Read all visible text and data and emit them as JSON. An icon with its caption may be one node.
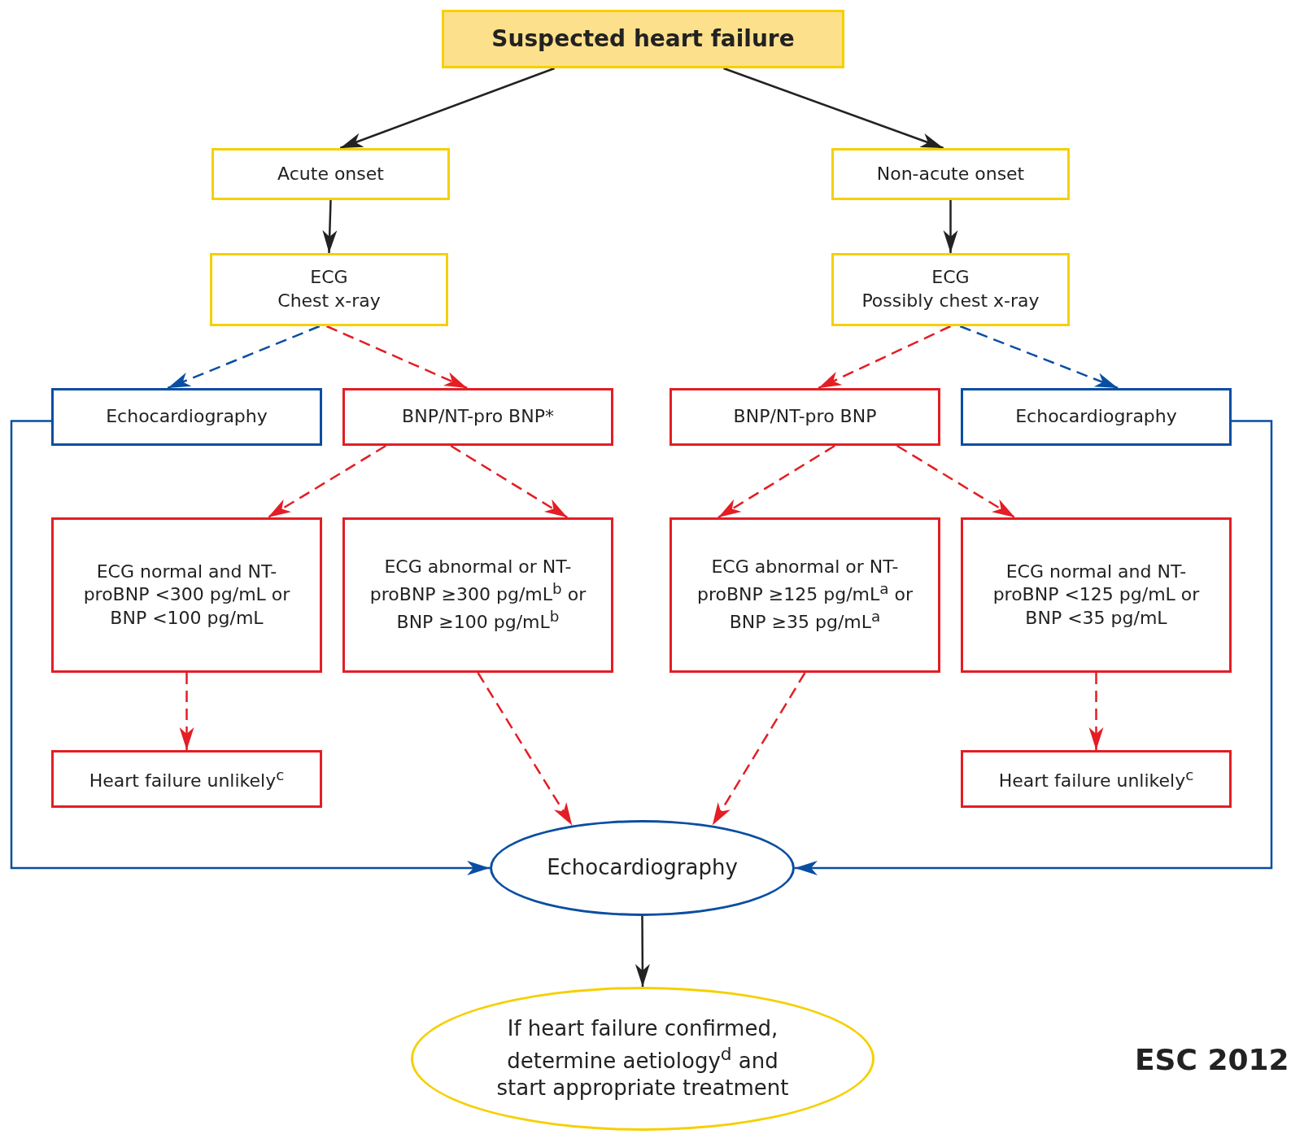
{
  "diagram": {
    "nodes": [
      {
        "text": [
          "Suspected heart failure"
        ]
      },
      {
        "text": [
          "Acute onset"
        ]
      },
      {
        "text": [
          "Non-acute onset"
        ]
      },
      {
        "text": [
          "ECG",
          "Chest x-ray"
        ]
      },
      {
        "text": [
          "ECG",
          "Possibly chest x-ray"
        ]
      },
      {
        "text": [
          "Echocardiography"
        ]
      },
      {
        "text": [
          "BNP/NT-pro BNP*"
        ]
      },
      {
        "text": [
          "BNP/NT-pro BNP"
        ]
      },
      {
        "text": [
          "Echocardiography"
        ]
      },
      {
        "text": [
          "ECG normal and NT-proBNP <300 pg/mL or BNP <100 pg/mL"
        ]
      },
      {
        "text": [
          "ECG abnormal or NT-proBNP ≥300 pg/mL$^{b}$ or BNP ≥100 pg/mL$^{b}$"
        ]
      },
      {
        "text": [
          "ECG abnormal or NT-proBNP ≥125 pg/mL$^{a}$ or BNP ≥35 pg/mL$^{a}$"
        ]
      },
      {
        "text": [
          "ECG normal and NT-proBNP <125 pg/mL or BNP <35 pg/mL"
        ]
      },
      {
        "text": [
          "Heart failure unlikely$^{c}$"
        ]
      },
      {
        "text": [
          "Heart failure unlikely$^{c}$"
        ]
      },
      {
        "text": [
          "Echocardiography"
        ]
      },
      {
        "text": [
          "If heart failure confirmed, determine aetiology$^{d}$ and start appropriate treatment"
        ]
      }
    ],
    "edges": [
      {
        "from": 0,
        "to": 1,
        "arrow": "to",
        "color": "#222222"
      },
      {
        "from": 0,
        "to": 2,
        "arrow": "to",
        "color": "#222222"
      },
      {
        "from": 1,
        "to": 3,
        "arrow": "to",
        "color": "#222222"
      },
      {
        "from": 2,
        "to": 4,
        "arrow": "to",
        "color": "#222222"
      },
      {
        "from": 3,
        "to": 5,
        "arrow": "to",
        "style": "dashed",
        "color": "#0a4ea2"
      },
      {
        "from": 3,
        "to": 6,
        "arrow": "to",
        "style": "dashed"
      },
      {
        "from": 4,
        "to": 7,
        "arrow": "to",
        "style": "dashed"
      },
      {
        "from": 4,
        "to": 8,
        "arrow": "to",
        "style": "dashed",
        "color": "#0a4ea2"
      },
      {
        "from": 6,
        "to": 9,
        "arrow": "to",
        "style": "dashed"
      },
      {
        "from": 6,
        "to": 10,
        "arrow": "to",
        "style": "dashed"
      },
      {
        "from": 7,
        "to": 11,
        "arrow": "to",
        "style": "dashed"
      },
      {
        "from": 7,
        "to": 12,
        "arrow": "to",
        "style": "dashed"
      },
      {
        "from": 9,
        "to": 13,
        "arrow": "to",
        "style": "dashed"
      },
      {
        "from": 10,
        "to": 15,
        "arrow": "to",
        "style": "dashed"
      },
      {
        "from": 11,
        "to": 15,
        "arrow": "to",
        "style": "dashed"
      },
      {
        "from": 12,
        "to": 14,
        "arrow": "to",
        "style": "dashed"
      },
      {
        "from": 5,
        "to": 15,
        "arrow": "to",
        "color": "#0a4ea2"
      },
      {
        "from": 8,
        "to": 15,
        "arrow": "to",
        "color": "#0a4ea2"
      },
      {
        "from": 15,
        "to": 16,
        "arrow": "to",
        "color": "#222222"
      }
    ],
    "labels": [
      "ESC 2012"
    ]
  }
}
